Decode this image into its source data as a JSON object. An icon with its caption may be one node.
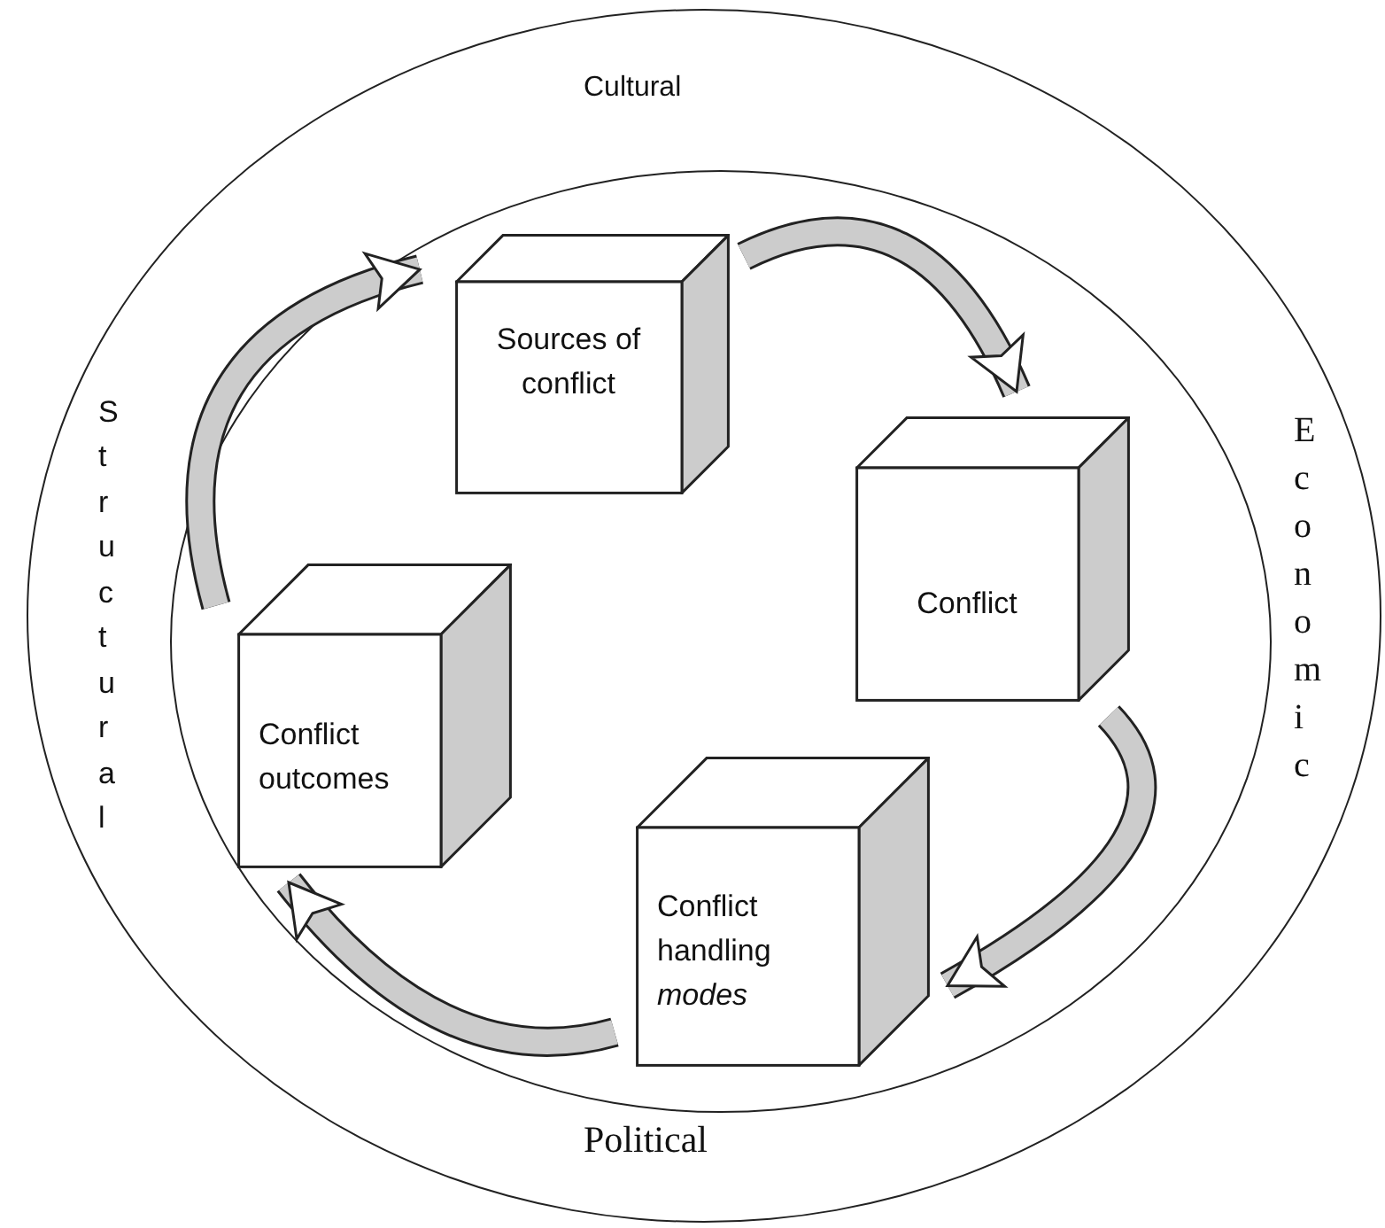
{
  "diagram": {
    "nodes": [
      {
        "text": [
          "Cultural",
          "Structural",
          "Economic",
          "Political"
        ]
      },
      {
        "text": [],
        "shape": "circle",
        "in": 0
      },
      {
        "text": [
          "Sources of conflict"
        ],
        "in": 1
      },
      {
        "text": [
          "Conflict"
        ],
        "in": 1
      },
      {
        "text": [
          "Conflict handling *modes*"
        ],
        "in": 1
      },
      {
        "text": [
          "Conflict outcomes"
        ],
        "in": 1
      }
    ],
    "edges": [
      {
        "from": 2,
        "to": 3,
        "arrow": "to"
      },
      {
        "from": 3,
        "to": 4,
        "arrow": "to"
      },
      {
        "from": 4,
        "to": 5,
        "arrow": "to"
      },
      {
        "from": 5,
        "to": 2,
        "arrow": "to"
      }
    ]
  }
}
